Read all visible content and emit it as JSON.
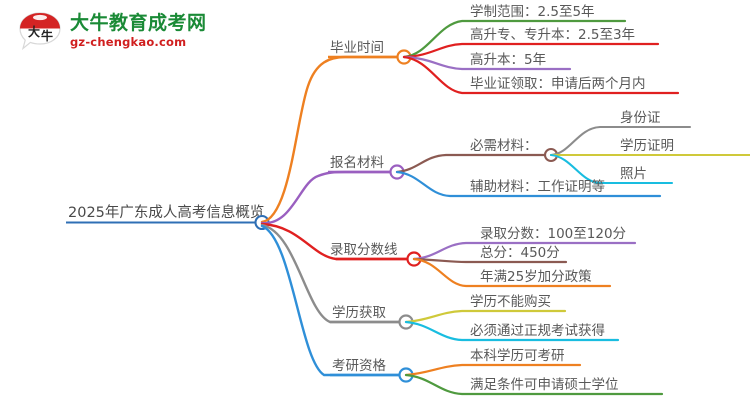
{
  "brand": {
    "logo_icon": "speech-bubble-logo-icon",
    "title": "大牛教育成考网",
    "domain": "gz-chengkao.com",
    "title_color": "#1a8a36",
    "domain_color": "#d01f1f"
  },
  "mindmap": {
    "root": {
      "label": "2025年广东成人高考信息概览",
      "color": "#2f6fb5"
    },
    "branches": [
      {
        "label": "毕业时间",
        "color": "#ee8021",
        "children": [
          {
            "label": "学制范围：2.5至5年",
            "color": "#4f9a3f"
          },
          {
            "label": "高升专、专升本：2.5至3年",
            "color": "#e02020"
          },
          {
            "label": "高升本：5年",
            "color": "#9a6fc4"
          },
          {
            "label": "毕业证领取：申请后两个月内",
            "color": "#e02020"
          }
        ]
      },
      {
        "label": "报名材料",
        "color": "#9a5fc0",
        "children": [
          {
            "label": "必需材料：",
            "color": "#8b5a52",
            "children": [
              {
                "label": "身份证",
                "color": "#8c8c8c"
              },
              {
                "label": "学历证明",
                "color": "#cfc93a"
              },
              {
                "label": "照片",
                "color": "#19bde0"
              }
            ]
          },
          {
            "label": "辅助材料：工作证明等",
            "color": "#2f8fd8"
          }
        ]
      },
      {
        "label": "录取分数线",
        "color": "#e02020",
        "children": [
          {
            "label": "录取分数：100至120分",
            "color": "#9a6fc4"
          },
          {
            "label": "总分：450分",
            "color": "#8b5a52"
          },
          {
            "label": "年满25岁加分政策",
            "color": "#ee8021"
          }
        ]
      },
      {
        "label": "学历获取",
        "color": "#8c8c8c",
        "children": [
          {
            "label": "学历不能购买",
            "color": "#cfc93a"
          },
          {
            "label": "必须通过正规考试获得",
            "color": "#19bde0"
          }
        ]
      },
      {
        "label": "考研资格",
        "color": "#2f8fd8",
        "children": [
          {
            "label": "本科学历可考研",
            "color": "#ee8021"
          },
          {
            "label": "满足条件可申请硕士学位",
            "color": "#4f9a3f"
          }
        ]
      }
    ]
  }
}
